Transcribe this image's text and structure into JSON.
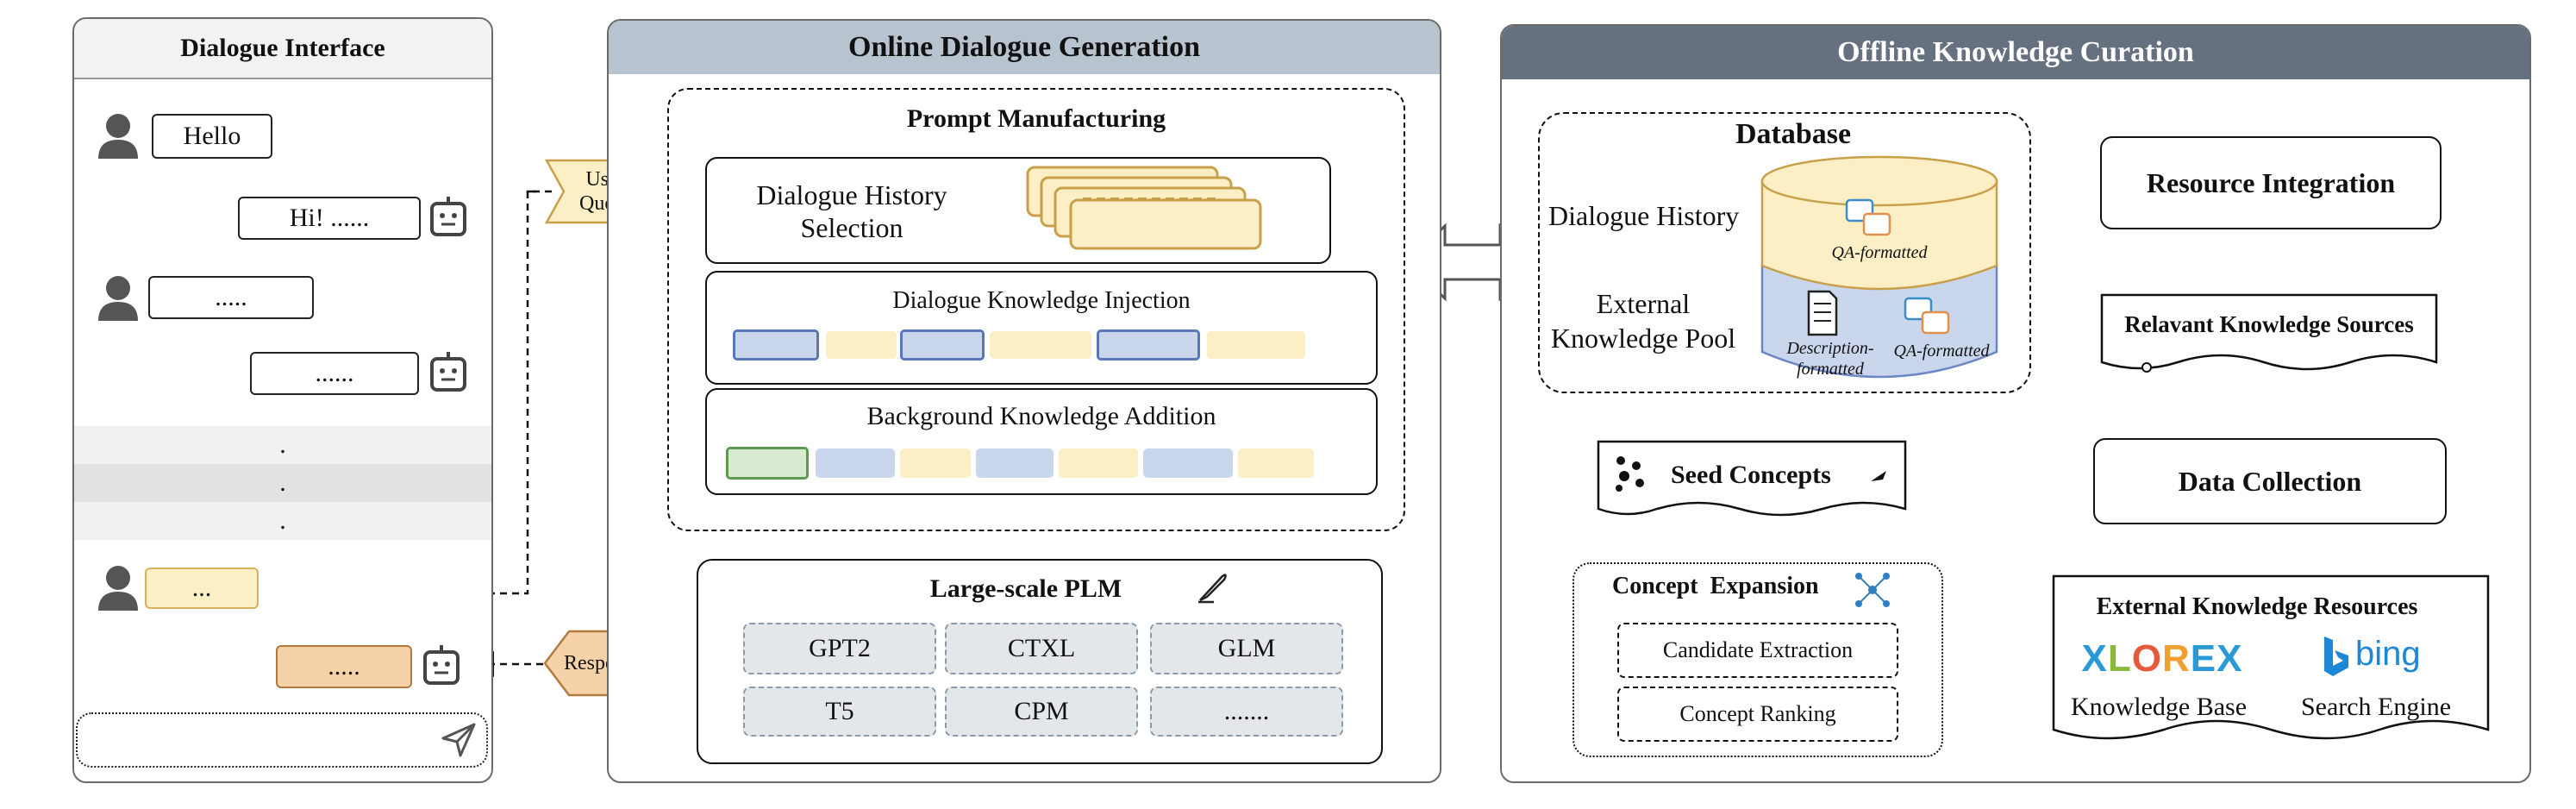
{
  "dialogue_interface": {
    "title": "Dialogue Interface",
    "messages": [
      "Hello",
      "Hi! ......",
      ".....",
      "......",
      "..."
    ],
    "dots": [
      ".",
      ".",
      "."
    ],
    "response_placeholder": "....."
  },
  "labels": {
    "user_query_line1": "User",
    "user_query_line2": "Query",
    "response": "Response"
  },
  "online": {
    "title": "Online Dialogue Generation",
    "prompt_title": "Prompt Manufacturing",
    "history_line1": "Dialogue History",
    "history_line2": "Selection",
    "knowledge_injection": "Dialogue Knowledge Injection",
    "background_addition": "Background Knowledge Addition",
    "plm_title": "Large-scale PLM",
    "models": [
      "GPT2",
      "CTXL",
      "GLM",
      "T5",
      "CPM",
      "......."
    ]
  },
  "offline": {
    "title": "Offline Knowledge Curation",
    "database_title": "Database",
    "dialogue_history": "Dialogue History",
    "external_line1": "External",
    "external_line2": "Knowledge Pool",
    "qa_formatted": "QA-formatted",
    "qa_formatted_2": "QA-formatted",
    "description_line1": "Description-",
    "description_line2": "formatted",
    "resource_integration": "Resource Integration",
    "relevant_sources": "Relavant Knowledge Sources",
    "seed_concepts": "Seed Concepts",
    "data_collection": "Data Collection",
    "concept_expansion": "Concept  Expansion",
    "candidate_extraction": "Candidate Extraction",
    "concept_ranking": "Concept Ranking",
    "external_resources": "External Knowledge Resources",
    "xlore_logo": "XLORE",
    "bing_logo": "bing",
    "knowledge_base": "Knowledge Base",
    "search_engine": "Search Engine"
  },
  "colors": {
    "header_online": "#b7c3ce",
    "header_offline": "#65717e",
    "yellow": "#fcefc5",
    "yellow_border": "#d6b25c",
    "blue": "#c9d6ec",
    "blue_border": "#6a86c4",
    "green": "#d9ead3",
    "green_border": "#6aa05c",
    "orange": "#f6d2a8",
    "orange_border": "#c88a4a"
  }
}
